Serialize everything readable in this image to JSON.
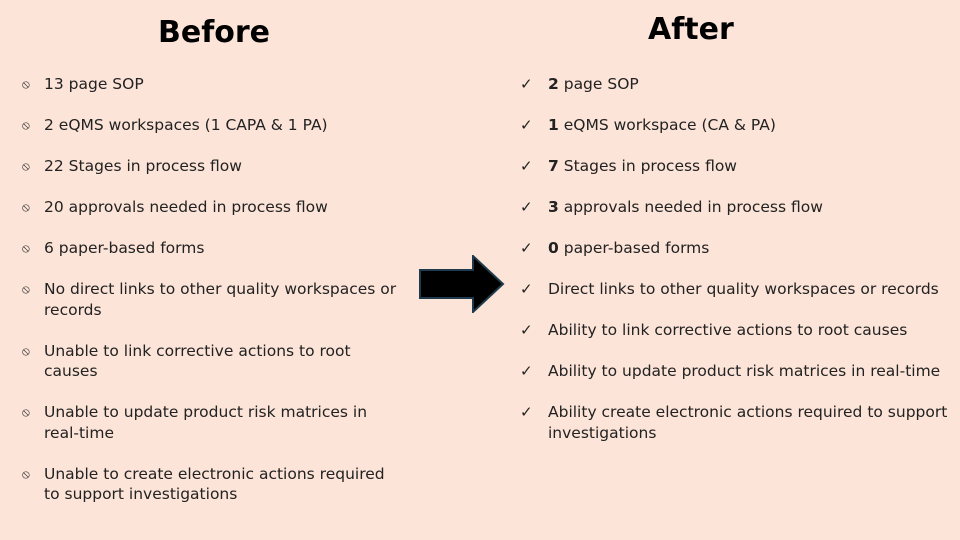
{
  "before": {
    "title": "Before",
    "bullet_icon": "no-entry-icon",
    "items": [
      "13 page SOP",
      "2 eQMS workspaces (1 CAPA & 1 PA)",
      "22 Stages in process flow",
      "20 approvals needed in process flow",
      "6 paper-based forms",
      "No direct links to other quality workspaces or records",
      "Unable to link corrective actions to root causes",
      "Unable to update product risk matrices in real-time",
      "Unable to create electronic actions required to support investigations"
    ]
  },
  "after": {
    "title": "After",
    "bullet_icon": "check-icon",
    "items": [
      {
        "bold": "2",
        "text": " page SOP"
      },
      {
        "bold": "1",
        "text": " eQMS workspace (CA & PA)"
      },
      {
        "bold": "7",
        "text": " Stages in process flow"
      },
      {
        "bold": "3",
        "text": " approvals needed in process flow"
      },
      {
        "bold": "0",
        "text": " paper-based forms"
      },
      {
        "bold": "",
        "text": "Direct links to other quality workspaces or records"
      },
      {
        "bold": "",
        "text": "Ability to link corrective actions to root causes"
      },
      {
        "bold": "",
        "text": "Ability to update product risk matrices in real-time"
      },
      {
        "bold": "",
        "text": "Ability  create electronic actions required to support investigations"
      }
    ]
  },
  "arrow_icon": "right-arrow-icon",
  "colors": {
    "background": "#fce4d8",
    "text": "#222222",
    "arrow_fill": "#000000",
    "arrow_stroke": "#1f3a4d"
  }
}
